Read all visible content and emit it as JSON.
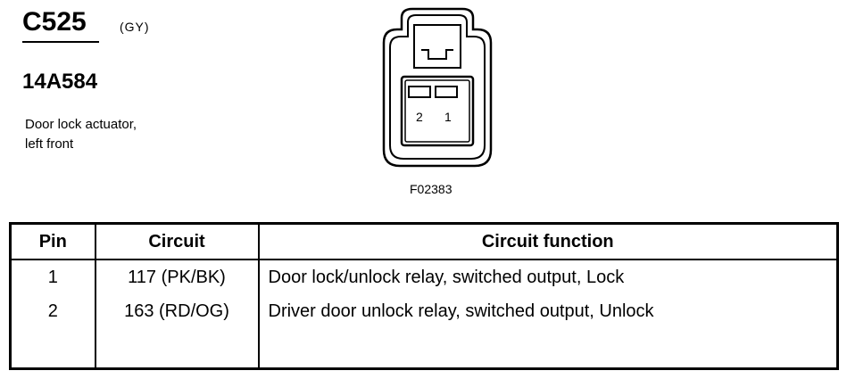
{
  "connector": {
    "id": "C525",
    "color": "(GY)",
    "part_number": "14A584",
    "description_line1": "Door lock actuator,",
    "description_line2": "left front"
  },
  "diagram": {
    "pin_label_2": "2",
    "pin_label_1": "1",
    "figure_id": "F02383"
  },
  "table": {
    "headers": {
      "pin": "Pin",
      "circuit": "Circuit",
      "function": "Circuit function"
    },
    "rows": [
      {
        "pin": "1",
        "circuit": "117 (PK/BK)",
        "function": "Door lock/unlock relay, switched output, Lock"
      },
      {
        "pin": "2",
        "circuit": "163 (RD/OG)",
        "function": "Driver door unlock relay, switched output, Unlock"
      }
    ]
  }
}
